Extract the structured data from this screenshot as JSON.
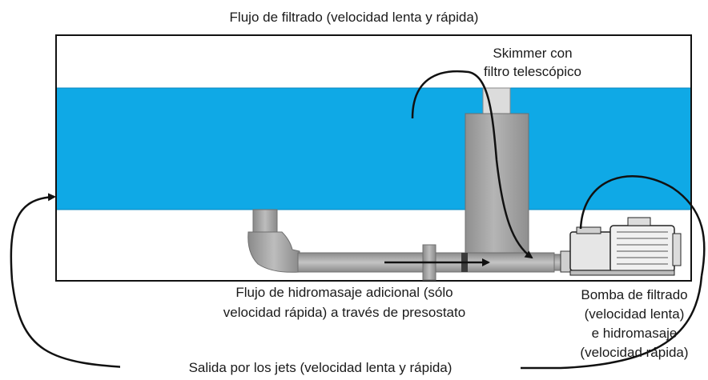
{
  "labels": {
    "top_flow": "Flujo de filtrado (velocidad lenta y rápida)",
    "skimmer_line1": "Skimmer con",
    "skimmer_line2": "filtro telescópico",
    "hydro_line1": "Flujo de hidromasaje adicional (sólo",
    "hydro_line2": "velocidad rápida) a través de presostato",
    "pump_line1": "Bomba de filtrado",
    "pump_line2": "(velocidad lenta)",
    "pump_line3": "e hidromasaje",
    "pump_line4": "(velocidad rápida)",
    "jets_outlet": "Salida por los jets (velocidad lenta y rápida)"
  },
  "colors": {
    "water": "#0fa9e6",
    "water_edge": "#0a86bf",
    "pipe": "#a8a8a8",
    "pipe_dark": "#6f6f6f",
    "skimmer_top": "#dcdcdc",
    "line": "#111111"
  }
}
